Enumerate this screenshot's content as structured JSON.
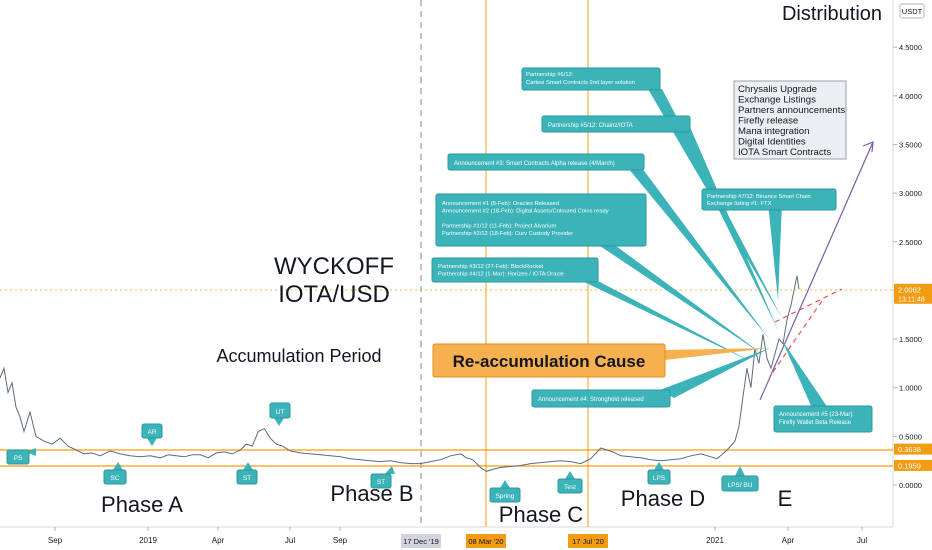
{
  "chart_data": {
    "type": "line",
    "title": "Distribution",
    "headline": [
      "WYCKOFF",
      "IOTA/USD"
    ],
    "subtitle": "Accumulation Period",
    "currency": "USDT",
    "x_axis": {
      "ticks": [
        "Sep",
        "2019",
        "Apr",
        "Jul",
        "Sep",
        "2021",
        "Apr",
        "Jul"
      ],
      "highlighted_dates": [
        "17 Dec '19",
        "08 Mar '20",
        "17 Jul '20"
      ]
    },
    "y_axis": {
      "range": [
        -0.5,
        5.0
      ],
      "ticks": [
        "0.0000",
        "0.5000",
        "1.0000",
        "1.5000",
        "2.0000",
        "2.5000",
        "3.0000",
        "3.5000",
        "4.0000",
        "4.5000"
      ],
      "price_tags": [
        {
          "value": 2.0062,
          "text": "2.0062",
          "subtext": "13:11:48",
          "color": "#f39c12"
        },
        {
          "value": 0.3638,
          "text": "0.3638",
          "color": "#f39c12"
        },
        {
          "value": 0.1959,
          "text": "0.1959",
          "color": "#f39c12"
        }
      ]
    },
    "support_resistance": [
      0.3638,
      0.1959
    ],
    "series": [
      {
        "values": [
          [
            0,
            1.1
          ],
          [
            2,
            1.2
          ],
          [
            4,
            0.95
          ],
          [
            6,
            1.05
          ],
          [
            8,
            0.8
          ],
          [
            10,
            0.7
          ],
          [
            12,
            0.55
          ],
          [
            15,
            0.75
          ],
          [
            18,
            0.5
          ],
          [
            22,
            0.45
          ],
          [
            26,
            0.42
          ],
          [
            30,
            0.48
          ],
          [
            34,
            0.4
          ],
          [
            38,
            0.36
          ],
          [
            42,
            0.32
          ],
          [
            46,
            0.33
          ],
          [
            50,
            0.3
          ],
          [
            55,
            0.35
          ],
          [
            60,
            0.32
          ],
          [
            65,
            0.3
          ],
          [
            70,
            0.29
          ],
          [
            75,
            0.3
          ],
          [
            80,
            0.28
          ],
          [
            84,
            0.31
          ],
          [
            88,
            0.3
          ],
          [
            92,
            0.29
          ],
          [
            96,
            0.31
          ],
          [
            100,
            0.31
          ],
          [
            104,
            0.28
          ],
          [
            108,
            0.33
          ],
          [
            112,
            0.34
          ],
          [
            116,
            0.32
          ],
          [
            120,
            0.36
          ],
          [
            123,
            0.42
          ],
          [
            126,
            0.4
          ],
          [
            129,
            0.55
          ],
          [
            132,
            0.58
          ],
          [
            135,
            0.48
          ],
          [
            138,
            0.42
          ],
          [
            141,
            0.4
          ],
          [
            145,
            0.35
          ],
          [
            150,
            0.33
          ],
          [
            155,
            0.32
          ],
          [
            160,
            0.31
          ],
          [
            165,
            0.3
          ],
          [
            170,
            0.29
          ],
          [
            175,
            0.27
          ],
          [
            180,
            0.26
          ],
          [
            185,
            0.25
          ],
          [
            190,
            0.24
          ],
          [
            195,
            0.25
          ],
          [
            200,
            0.23
          ],
          [
            205,
            0.22
          ],
          [
            210,
            0.22
          ],
          [
            215,
            0.24
          ],
          [
            220,
            0.26
          ],
          [
            225,
            0.3
          ],
          [
            230,
            0.32
          ],
          [
            233,
            0.28
          ],
          [
            236,
            0.26
          ],
          [
            240,
            0.18
          ],
          [
            243,
            0.14
          ],
          [
            246,
            0.16
          ],
          [
            250,
            0.18
          ],
          [
            255,
            0.19
          ],
          [
            260,
            0.2
          ],
          [
            265,
            0.22
          ],
          [
            270,
            0.23
          ],
          [
            275,
            0.24
          ],
          [
            280,
            0.25
          ],
          [
            285,
            0.24
          ],
          [
            290,
            0.22
          ],
          [
            295,
            0.27
          ],
          [
            300,
            0.38
          ],
          [
            303,
            0.36
          ],
          [
            306,
            0.34
          ],
          [
            310,
            0.3
          ],
          [
            315,
            0.29
          ],
          [
            320,
            0.28
          ],
          [
            325,
            0.26
          ],
          [
            330,
            0.25
          ],
          [
            335,
            0.26
          ],
          [
            340,
            0.27
          ],
          [
            345,
            0.3
          ],
          [
            350,
            0.32
          ],
          [
            355,
            0.29
          ],
          [
            358,
            0.27
          ],
          [
            361,
            0.32
          ],
          [
            364,
            0.38
          ],
          [
            367,
            0.45
          ],
          [
            369,
            0.6
          ],
          [
            371,
            0.9
          ],
          [
            373,
            1.2
          ],
          [
            375,
            1.0
          ],
          [
            377,
            1.4
          ],
          [
            379,
            1.25
          ],
          [
            381,
            1.55
          ],
          [
            383,
            1.3
          ],
          [
            385,
            1.2
          ],
          [
            387,
            1.35
          ],
          [
            389,
            1.5
          ],
          [
            391,
            1.45
          ],
          [
            393,
            1.7
          ],
          [
            395,
            1.85
          ],
          [
            397,
            2.05
          ],
          [
            398,
            2.15
          ],
          [
            399,
            2.01
          ]
        ]
      }
    ],
    "annotations": [
      {
        "id": "ann-6",
        "lines": [
          "Partnership #6/12:",
          "Cartesi Smart Contracts 2nd layer solution"
        ]
      },
      {
        "id": "ann-5",
        "lines": [
          "Partnership #5/12: Chainz/IOTA"
        ]
      },
      {
        "id": "ann-3",
        "lines": [
          "Announcement #3: Smart Contracts Alpha release (4/March)"
        ]
      },
      {
        "id": "ann-12",
        "lines": [
          "Announcement #1 (8-Feb): Oracles Released",
          "Announcement #2 (18-Feb): Digital Assets/Coloured Coins ready",
          "",
          "Partnership #1/12 (11-Feb): Project Alvarium",
          "Partnership #2/12 (18-Feb): Curv Custody Provider"
        ]
      },
      {
        "id": "ann-34",
        "lines": [
          "Partnership #3/12 (27-Feb): BlockRocket",
          "Partnership #4/12 (1-Mar): Horizen / IOTA Oracle"
        ]
      },
      {
        "id": "ann-7",
        "lines": [
          "Partnership #7/12: Binance Smart Chain",
          "Exchange listing #1: FTX"
        ]
      },
      {
        "id": "ann-4",
        "lines": [
          "Announcement #4: Stronghold released"
        ]
      },
      {
        "id": "ann-5b",
        "lines": [
          "Announcement #5 (23-Mar):",
          "Firefly Wallet Beta Release"
        ]
      }
    ],
    "distribution_list": [
      "Chrysalis Upgrade",
      "Exchange Listings",
      "Partners announcements",
      "Firefly release",
      "Mana integration",
      "Digital Identities",
      "IOTA Smart Contracts"
    ],
    "cause_label": "Re-accumulation Cause",
    "wyckoff_events": [
      "PS",
      "SC",
      "AR",
      "ST",
      "UT",
      "ST",
      "Spring",
      "Test",
      "LPS",
      "LPS/ BU"
    ],
    "phases": [
      "Phase A",
      "Phase B",
      "Phase C",
      "Phase D",
      "E"
    ],
    "colors": {
      "up": "#26a69a",
      "down": "#ef5350",
      "annotation_fill": "#3bb3b8",
      "annotation_border": "#2a9aa0",
      "orange": "#f39c12",
      "cause_fill": "#f7b050",
      "arrow": "#7b5aa6",
      "list_fill": "#eceef2"
    }
  }
}
